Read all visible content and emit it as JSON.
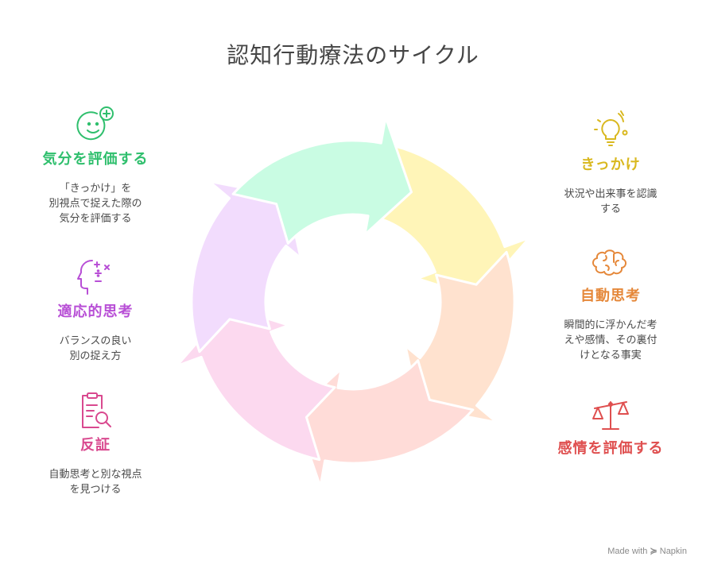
{
  "title": "認知行動療法のサイクル",
  "steps": [
    {
      "key": "trigger",
      "title": "きっかけ",
      "desc": [
        "状況や出来事を認識",
        "する"
      ],
      "color": "#d9b81f",
      "fill": "#fff5b8",
      "icon": "lightbulb-icon"
    },
    {
      "key": "auto",
      "title": "自動思考",
      "desc": [
        "瞬間的に浮かんだ考",
        "えや感情、その裏付",
        "けとなる事実"
      ],
      "color": "#e5883a",
      "fill": "#ffe2cf",
      "icon": "brain-icon"
    },
    {
      "key": "emotion",
      "title": "感情を評価する",
      "desc": [],
      "color": "#df4f4f",
      "fill": "#ffdcd8",
      "icon": "scale-icon"
    },
    {
      "key": "disprove",
      "title": "反証",
      "desc": [
        "自動思考と別な視点",
        "を見つける"
      ],
      "color": "#d9498f",
      "fill": "#fcd9ef",
      "icon": "clipboard-search-icon"
    },
    {
      "key": "adaptive",
      "title": "適応的思考",
      "desc": [
        "バランスの良い",
        "別の捉え方"
      ],
      "color": "#b84fd6",
      "fill": "#f2dcfd",
      "icon": "head-math-icon"
    },
    {
      "key": "mood",
      "title": "気分を評価する",
      "desc": [
        "「きっかけ」を",
        "別視点で捉えた際の",
        "気分を評価する"
      ],
      "color": "#2fbf6d",
      "fill": "#c9fce3",
      "icon": "smiley-plus-icon"
    }
  ],
  "footer": {
    "made_with": "Made with",
    "brand": "Napkin"
  }
}
